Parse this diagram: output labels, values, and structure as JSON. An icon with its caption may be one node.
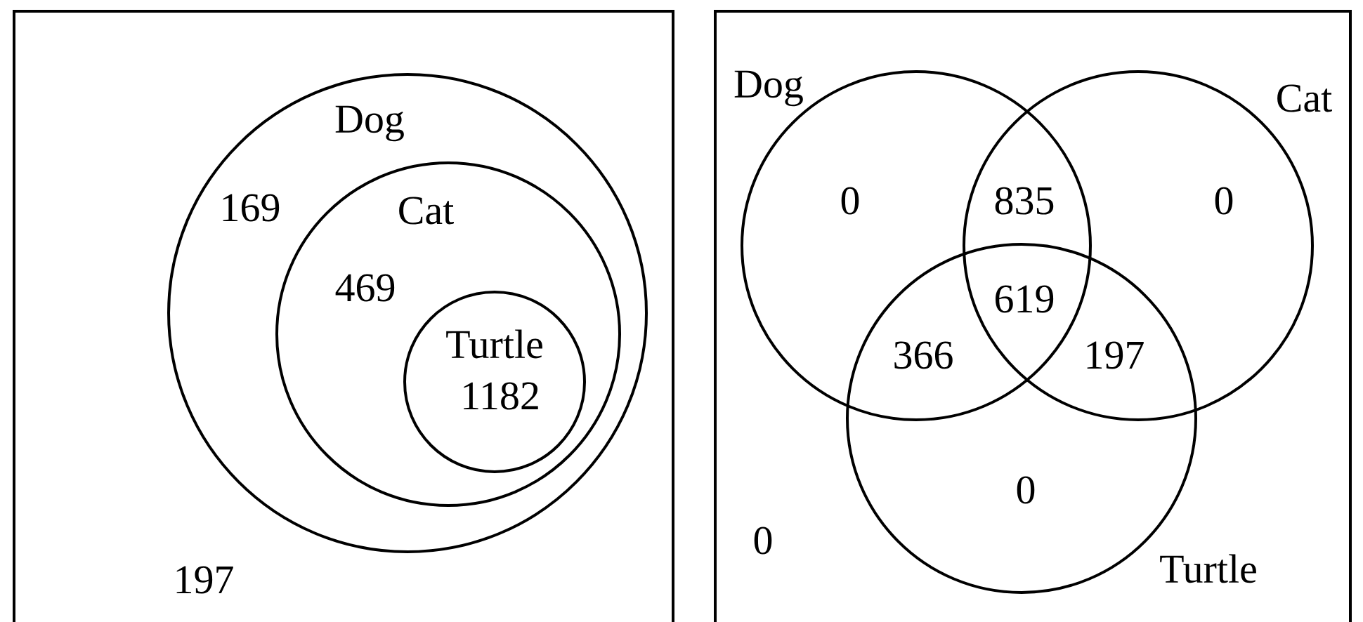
{
  "diagram": {
    "nodes": [
      {
        "text": [
          "197"
        ]
      },
      {
        "text": [
          "Dog",
          "169"
        ],
        "in": 0
      },
      {
        "text": [
          "Cat",
          "469"
        ],
        "in": 1
      },
      {
        "text": [
          "Turtle",
          "1182"
        ],
        "in": 2
      },
      {
        "text": [
          "0"
        ]
      },
      {
        "text": [
          "Dog",
          "0"
        ],
        "in": 4
      },
      {
        "text": [
          "Cat",
          "0"
        ],
        "in": 4
      },
      {
        "text": [
          "Turtle",
          "0"
        ],
        "in": 4
      }
    ],
    "edges": [],
    "labels": [
      "835",
      "619",
      "366",
      "197"
    ]
  }
}
